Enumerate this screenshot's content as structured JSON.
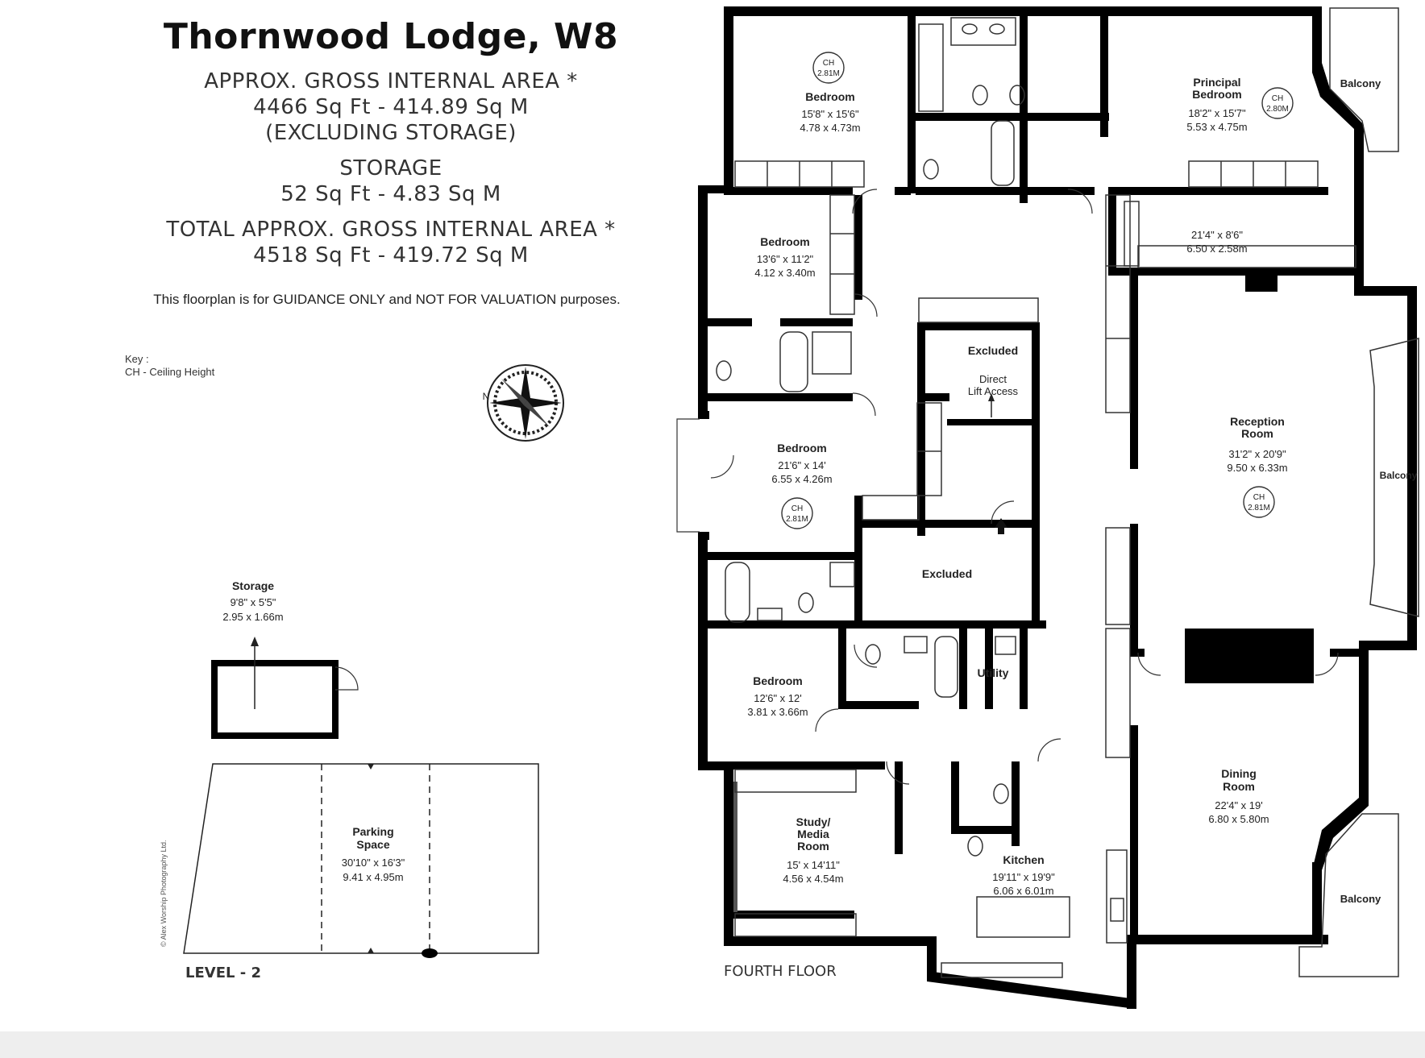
{
  "title": "Thornwood Lodge, W8",
  "areas": {
    "gia_label": "APPROX. GROSS INTERNAL  AREA *",
    "gia_value": "4466 Sq Ft  -  414.89 Sq M",
    "gia_note": "(EXCLUDING STORAGE)",
    "storage_label": "STORAGE",
    "storage_value": "52 Sq Ft  -  4.83 Sq M",
    "total_label": "TOTAL  APPROX. GROSS INTERNAL  AREA *",
    "total_value": "4518 Sq Ft  -  419.72 Sq M"
  },
  "disclaimer": "This floorplan is for GUIDANCE ONLY and NOT FOR VALUATION purposes.",
  "key": {
    "heading": "Key :",
    "ch": "CH - Ceiling Height"
  },
  "ch_badge": {
    "label": "CH",
    "value": "2.81M"
  },
  "ch_badge_principal": {
    "label": "CH",
    "value": "2.80M"
  },
  "rooms": {
    "bedroom1": {
      "name": "Bedroom",
      "imperial": "15'8\" x 15'6\"",
      "metric": "4.78 x 4.73m"
    },
    "principal": {
      "name1": "Principal",
      "name2": "Bedroom",
      "imperial": "18'2\" x 15'7\"",
      "metric": "5.53 x 4.75m"
    },
    "balcony": "Balcony",
    "dressing": {
      "imperial": "21'4\" x 8'6\"",
      "metric": "6.50 x 2.58m"
    },
    "bedroom2": {
      "name": "Bedroom",
      "imperial": "13'6\" x 11'2\"",
      "metric": "4.12 x 3.40m"
    },
    "excluded": "Excluded",
    "lift": {
      "line1": "Direct",
      "line2": "Lift Access"
    },
    "reception": {
      "name1": "Reception",
      "name2": "Room",
      "imperial": "31'2\" x 20'9\"",
      "metric": "9.50 x 6.33m"
    },
    "bedroom3": {
      "name": "Bedroom",
      "imperial": "21'6\" x 14'",
      "metric": "6.55 x 4.26m"
    },
    "bedroom4": {
      "name": "Bedroom",
      "imperial": "12'6\" x 12'",
      "metric": "3.81 x 3.66m"
    },
    "utility": "Utility",
    "dining": {
      "name1": "Dining",
      "name2": "Room",
      "imperial": "22'4\" x 19'",
      "metric": "6.80 x 5.80m"
    },
    "study": {
      "name1": "Study/",
      "name2": "Media",
      "name3": "Room",
      "imperial": "15' x 14'11\"",
      "metric": "4.56 x 4.54m"
    },
    "kitchen": {
      "name": "Kitchen",
      "imperial": "19'11\" x 19'9\"",
      "metric": "6.06 x 6.01m"
    },
    "storage": {
      "name": "Storage",
      "imperial": "9'8\" x 5'5\"",
      "metric": "2.95 x 1.66m"
    },
    "parking": {
      "name1": "Parking",
      "name2": "Space",
      "imperial": "30'10\" x 16'3\"",
      "metric": "9.41 x 4.95m"
    }
  },
  "labels": {
    "fourth_floor": "FOURTH FLOOR",
    "level": "LEVEL - 2",
    "credit": "© Alex Worship Photography Ltd."
  },
  "colors": {
    "wall": "#000000",
    "line": "#444444",
    "background": "#ffffff"
  }
}
